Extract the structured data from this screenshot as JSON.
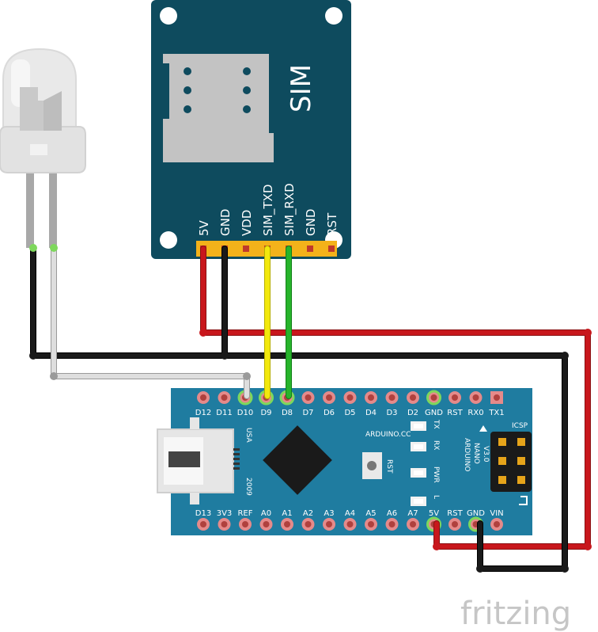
{
  "sim_module": {
    "title": "SIM",
    "pins": [
      "5V",
      "GND",
      "VDD",
      "SIM_TXD",
      "SIM_RXD",
      "GND",
      "RST"
    ]
  },
  "nano": {
    "top_pins": [
      "D12",
      "D11",
      "D10",
      "D9",
      "D8",
      "D7",
      "D6",
      "D5",
      "D4",
      "D3",
      "D2",
      "GND",
      "RST",
      "RX0",
      "TX1"
    ],
    "bottom_pins": [
      "D13",
      "3V3",
      "REF",
      "A0",
      "A1",
      "A2",
      "A3",
      "A4",
      "A5",
      "A6",
      "A7",
      "5V",
      "RST",
      "GND",
      "VIN"
    ],
    "leds": [
      "TX",
      "RX",
      "PWR",
      "L"
    ],
    "board_name": "ARDUINO.CC",
    "model_lines": [
      "ARDUINO",
      "NANO",
      "V3.0"
    ],
    "icsp": "ICSP",
    "usa": "USA",
    "year": "2009",
    "rst_label": "RST",
    "colors": {
      "board": "#1f7ca0",
      "sim": "#0e4b5e"
    }
  },
  "brand": "fritzing",
  "wire_colors": {
    "red": "#c8171c",
    "black": "#1a1a1a",
    "yellow": "#f2e80d",
    "green": "#27b42b",
    "white": "#d9d9d9"
  }
}
